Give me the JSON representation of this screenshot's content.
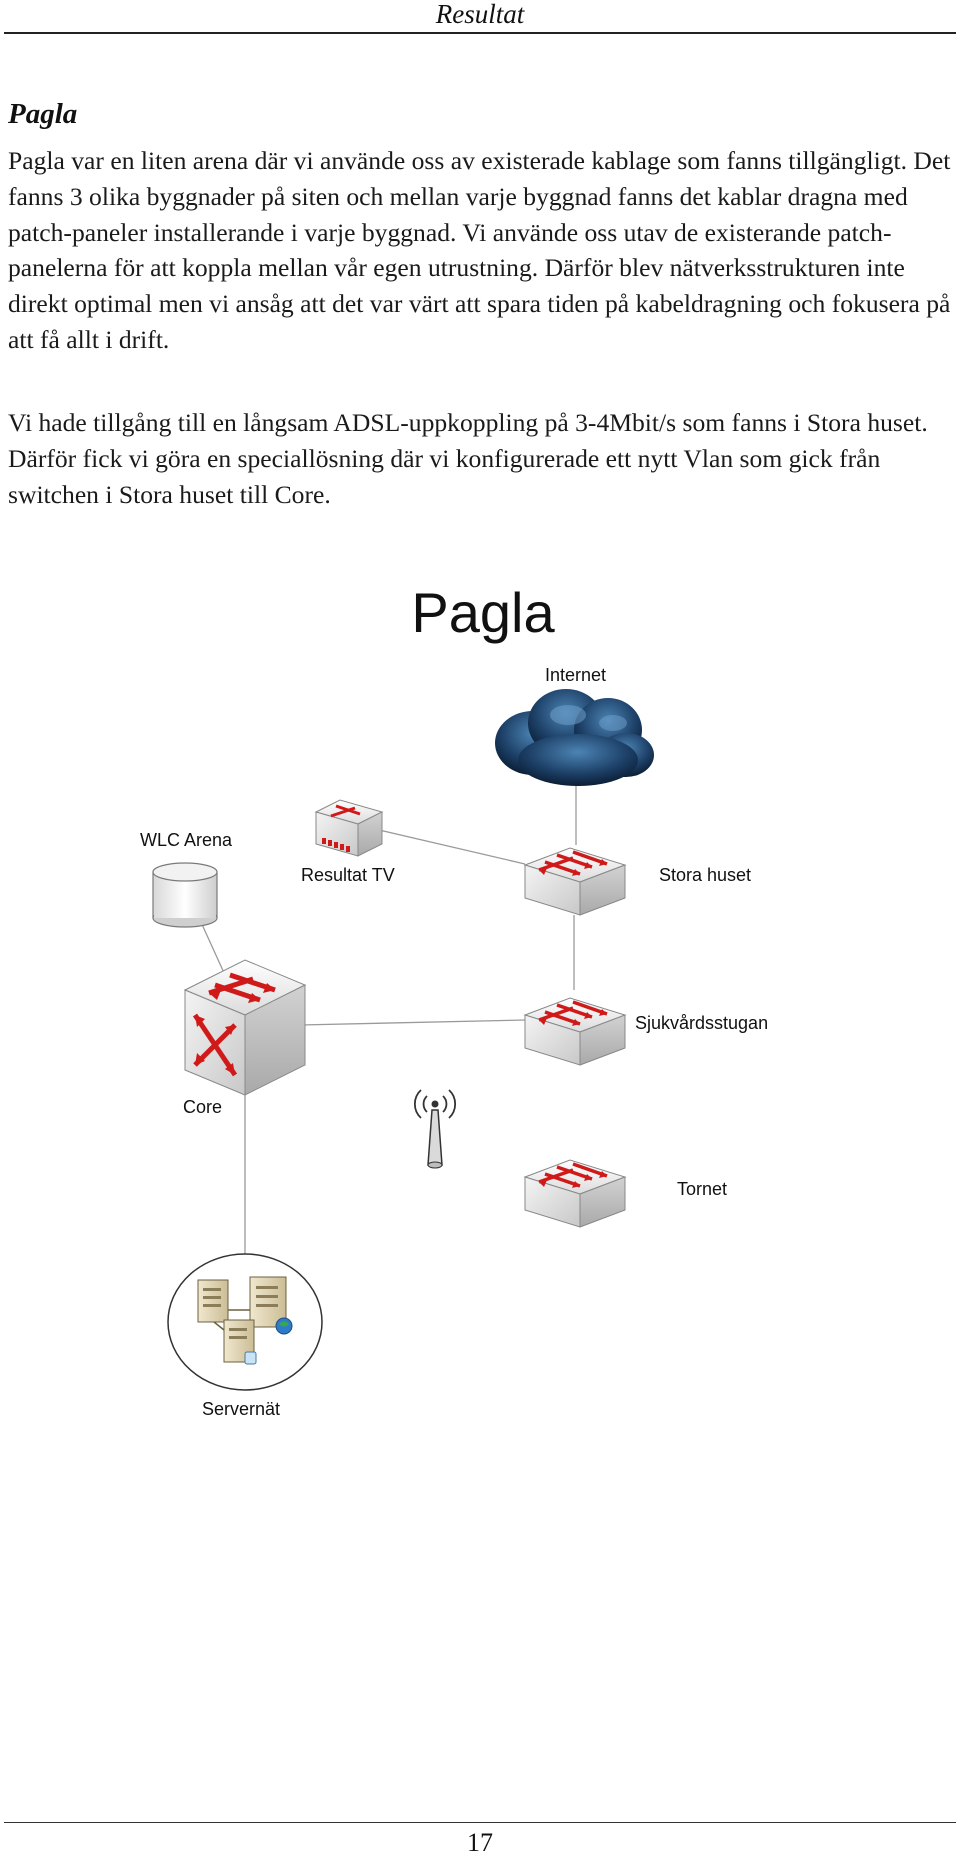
{
  "header": {
    "running_title": "Resultat"
  },
  "section": {
    "heading": "Pagla",
    "paragraphs": [
      "Pagla var en liten arena där vi använde oss av existerade kablage som fanns tillgängligt. Det fanns 3 olika byggnader på siten och mellan varje byggnad fanns det kablar dragna med patch-paneler installerande i varje byggnad.  Vi använde oss utav de existerande patch-panelerna för att koppla mellan vår egen utrustning. Därför blev nätverksstrukturen inte direkt optimal men vi ansåg att det var värt att spara tiden på kabeldragning och fokusera på att få allt i drift.",
      "Vi hade tillgång till en långsam ADSL-uppkoppling på 3-4Mbit/s som fanns i Stora huset. Därför fick vi göra en speciallösning där vi konfigurerade ett nytt Vlan som gick från switchen i Stora huset till Core."
    ]
  },
  "diagram": {
    "title": "Pagla",
    "nodes": {
      "internet": {
        "label": "Internet",
        "icon": "cloud-icon"
      },
      "wlc": {
        "label": "WLC Arena",
        "icon": "wlc-cylinder-icon"
      },
      "resultat_tv": {
        "label": "Resultat TV",
        "icon": "small-switch-icon"
      },
      "stora_huset": {
        "label": "Stora huset",
        "icon": "switch-icon"
      },
      "core": {
        "label": "Core",
        "icon": "core-router-icon"
      },
      "sjukvard": {
        "label": "Sjukvårdsstugan",
        "icon": "switch-icon"
      },
      "access_point": {
        "label": "",
        "icon": "wireless-ap-icon"
      },
      "tornet": {
        "label": "Tornet",
        "icon": "switch-icon"
      },
      "servernat": {
        "label": "Servernät",
        "icon": "server-group-icon"
      }
    },
    "colors": {
      "accent_red": "#d01a1a",
      "cloud_blue": "#1f4e79",
      "line_gray": "#9a9a9a"
    }
  },
  "footer": {
    "page_number": "17"
  }
}
